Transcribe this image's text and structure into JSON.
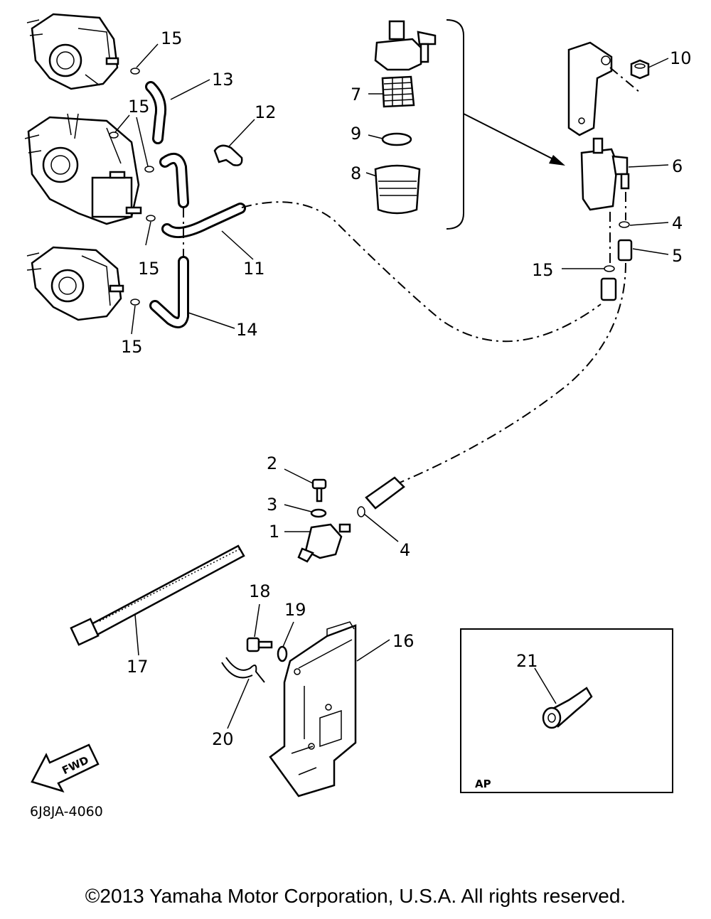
{
  "diagram": {
    "callouts": {
      "c1": "1",
      "c2": "2",
      "c3": "3",
      "c4a": "4",
      "c4b": "4",
      "c5": "5",
      "c6": "6",
      "c7": "7",
      "c8": "8",
      "c9": "9",
      "c10": "10",
      "c11": "11",
      "c12": "12",
      "c13": "13",
      "c14": "14",
      "c15a": "15",
      "c15b": "15",
      "c15c": "15",
      "c15d": "15",
      "c15e": "15",
      "c16": "16",
      "c17": "17",
      "c18": "18",
      "c19": "19",
      "c20": "20",
      "c21": "21"
    },
    "fwd_label": "FWD",
    "ref_code": "6J8JA-4060",
    "inset_label": "AP"
  },
  "footer": {
    "copyright": "©2013 Yamaha Motor Corporation, U.S.A. All rights reserved."
  }
}
